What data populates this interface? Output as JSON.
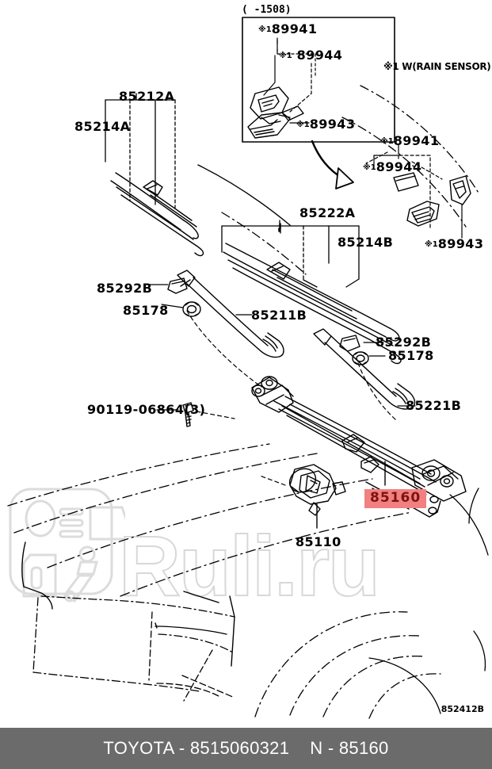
{
  "document": {
    "type": "toyota-parts-illustration",
    "diagram_code": "852412B",
    "inset_header": "(    -1508)",
    "rain_sensor_note": "※1 W(RAIN SENSOR)"
  },
  "colors": {
    "highlight_bg": "#f28080",
    "highlight_text": "#7a1410",
    "caption_bar_bg": "#6b6b6b",
    "caption_text": "#ffffff",
    "line": "#000000",
    "watermark": "#d8d8d8"
  },
  "labels": {
    "inset_89941": "89941",
    "inset_89944": "89944",
    "inset_89943": "89943",
    "right_89941": "89941",
    "right_89944": "89944",
    "right_89943": "89943",
    "blade_85212A": "85212A",
    "blade_85214A": "85214A",
    "blade_85222A": "85222A",
    "blade_85214B": "85214B",
    "cap_85292B_left": "85292B",
    "nut_85178_left": "85178",
    "arm_85211B": "85211B",
    "cap_85292B_right": "85292B",
    "nut_85178_right": "85178",
    "arm_85221B": "85221B",
    "bolt_90119": "90119-06864(3)",
    "motor_85110": "85110",
    "linkage_85160": "85160",
    "star_prefix": "※1"
  },
  "caption": {
    "brand_part": "TOYOTA - 8515060321",
    "node_part": "N - 85160"
  },
  "watermark": {
    "text": "Ruli.ru"
  }
}
